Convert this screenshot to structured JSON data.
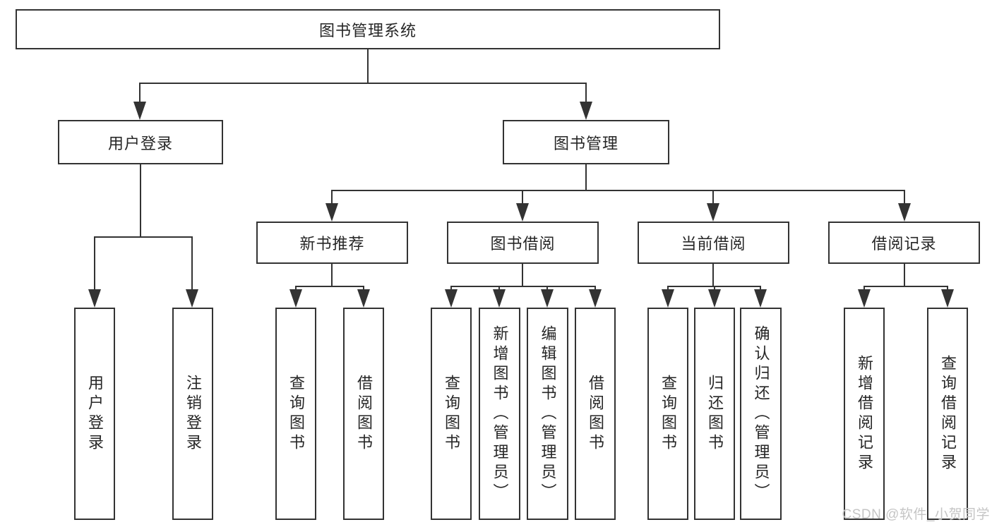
{
  "diagram": {
    "root": {
      "label": "图书管理系统"
    },
    "branches": [
      {
        "label": "用户登录",
        "children": [
          {
            "label": "用户登录"
          },
          {
            "label": "注销登录"
          }
        ]
      },
      {
        "label": "图书管理",
        "children": [
          {
            "label": "新书推荐",
            "children": [
              {
                "label": "查询图书"
              },
              {
                "label": "借阅图书"
              }
            ]
          },
          {
            "label": "图书借阅",
            "children": [
              {
                "label": "查询图书"
              },
              {
                "label": "新增图书（管理员）"
              },
              {
                "label": "编辑图书（管理员）"
              },
              {
                "label": "借阅图书"
              }
            ]
          },
          {
            "label": "当前借阅",
            "children": [
              {
                "label": "查询图书"
              },
              {
                "label": "归还图书"
              },
              {
                "label": "确认归还（管理员）"
              }
            ]
          },
          {
            "label": "借阅记录",
            "children": [
              {
                "label": "新增借阅记录"
              },
              {
                "label": "查询借阅记录"
              }
            ]
          }
        ]
      }
    ]
  },
  "watermark": {
    "text": "CSDN @软件_小贺同学"
  },
  "colors": {
    "line": "#333333",
    "box_border": "#333333",
    "text": "#262626",
    "background": "#ffffff",
    "watermark": "#c5c5c5"
  }
}
